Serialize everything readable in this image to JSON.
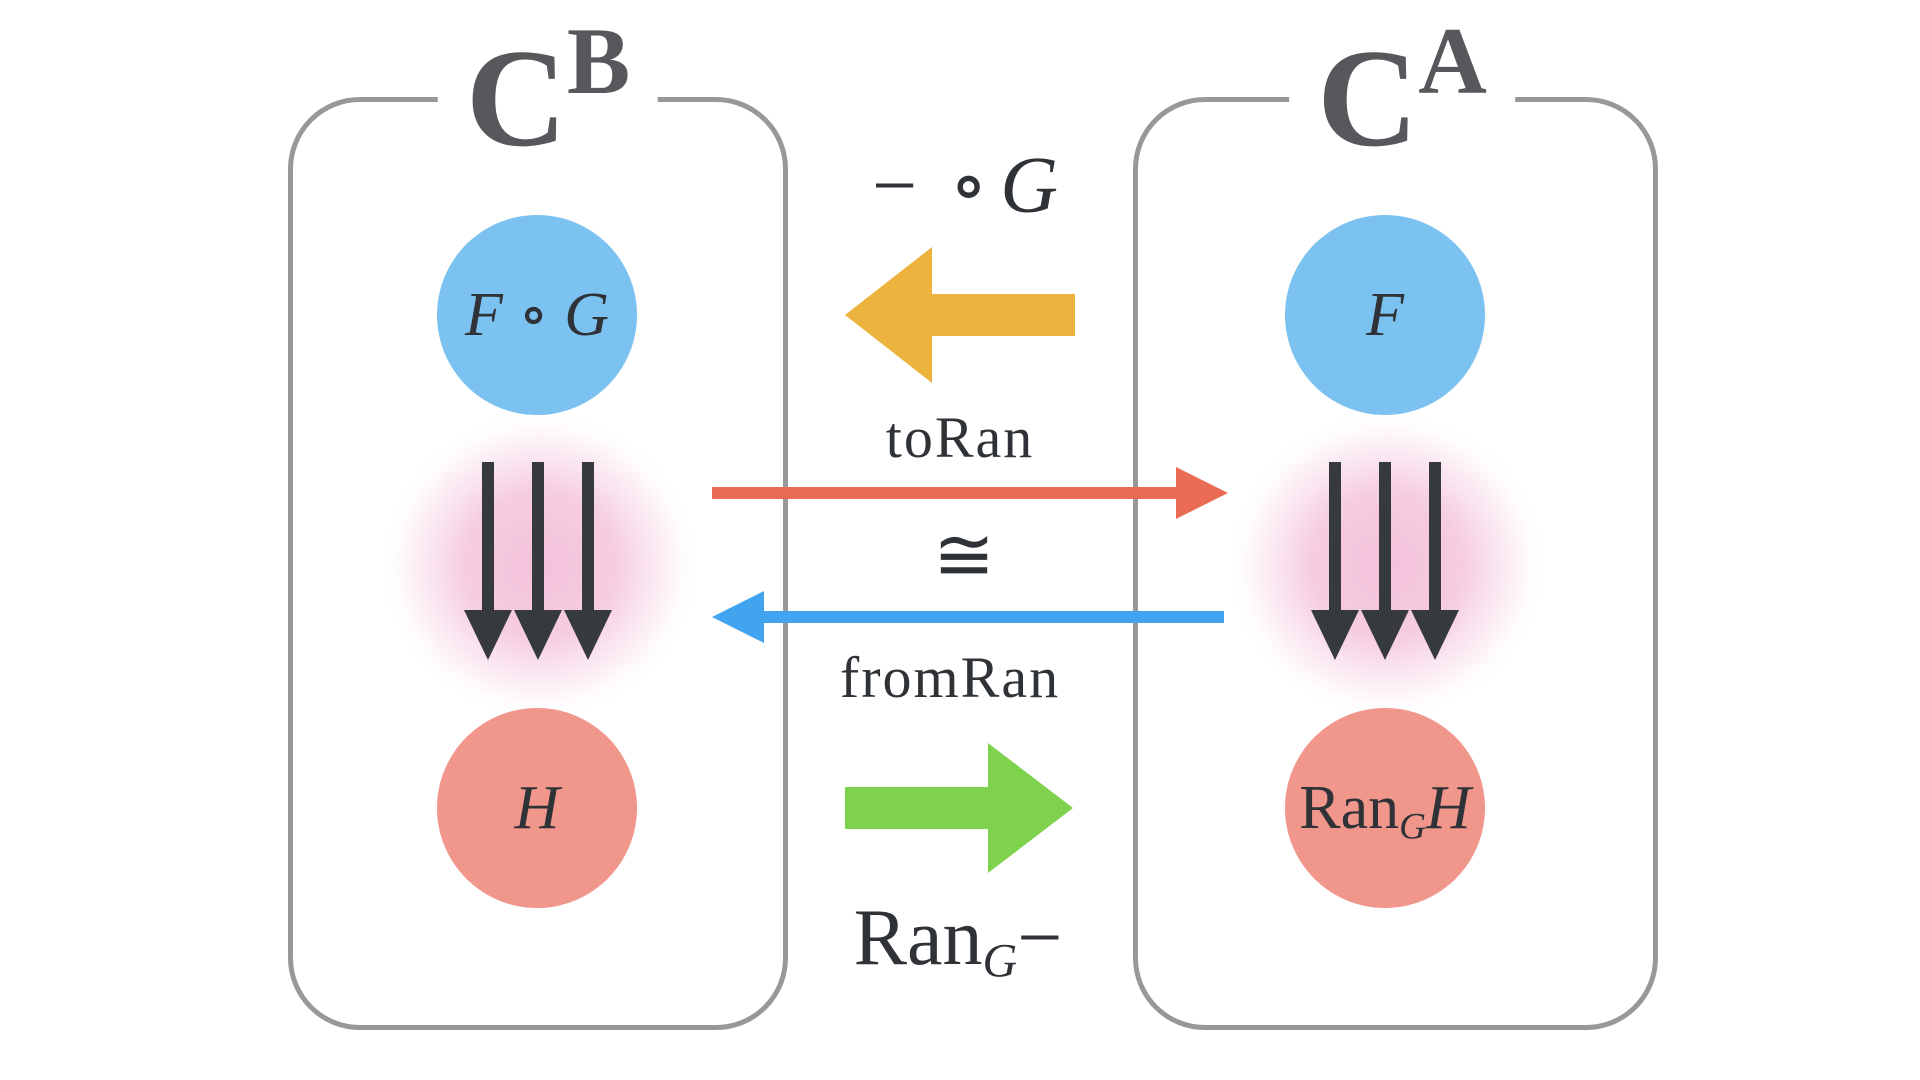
{
  "left_category": {
    "title_base": "C",
    "title_sup": "B",
    "top_object_label": "F ∘ G",
    "bottom_object_label": "H"
  },
  "right_category": {
    "title_base": "C",
    "title_sup": "A",
    "top_object_label": "F",
    "bottom_object_prefix": "Ran",
    "bottom_object_sub": "G",
    "bottom_object_arg": "H"
  },
  "middle_labels": {
    "precompose_ops": "− ∘",
    "precompose_functor": "G",
    "to_ran": "toRan",
    "isomorphism": "≅",
    "from_ran": "fromRan",
    "ran_prefix": "Ran",
    "ran_sub": "G",
    "ran_suffix": "−"
  },
  "colors": {
    "box_border": "#97989A",
    "title_text": "#56585C",
    "math_text": "#2F3337",
    "functor_circle_blue": "#7CC2F1",
    "functor_circle_salmon": "#F0968B",
    "precompose_arrow_yellow": "#ECB43F",
    "ran_arrow_green": "#7FD24D",
    "to_ran_arrow_red": "#E96B54",
    "from_ran_arrow_blue": "#42A4EE",
    "nat_trans_glow_pink": "#F3BED8",
    "nat_trans_arrows": "#36393D"
  }
}
